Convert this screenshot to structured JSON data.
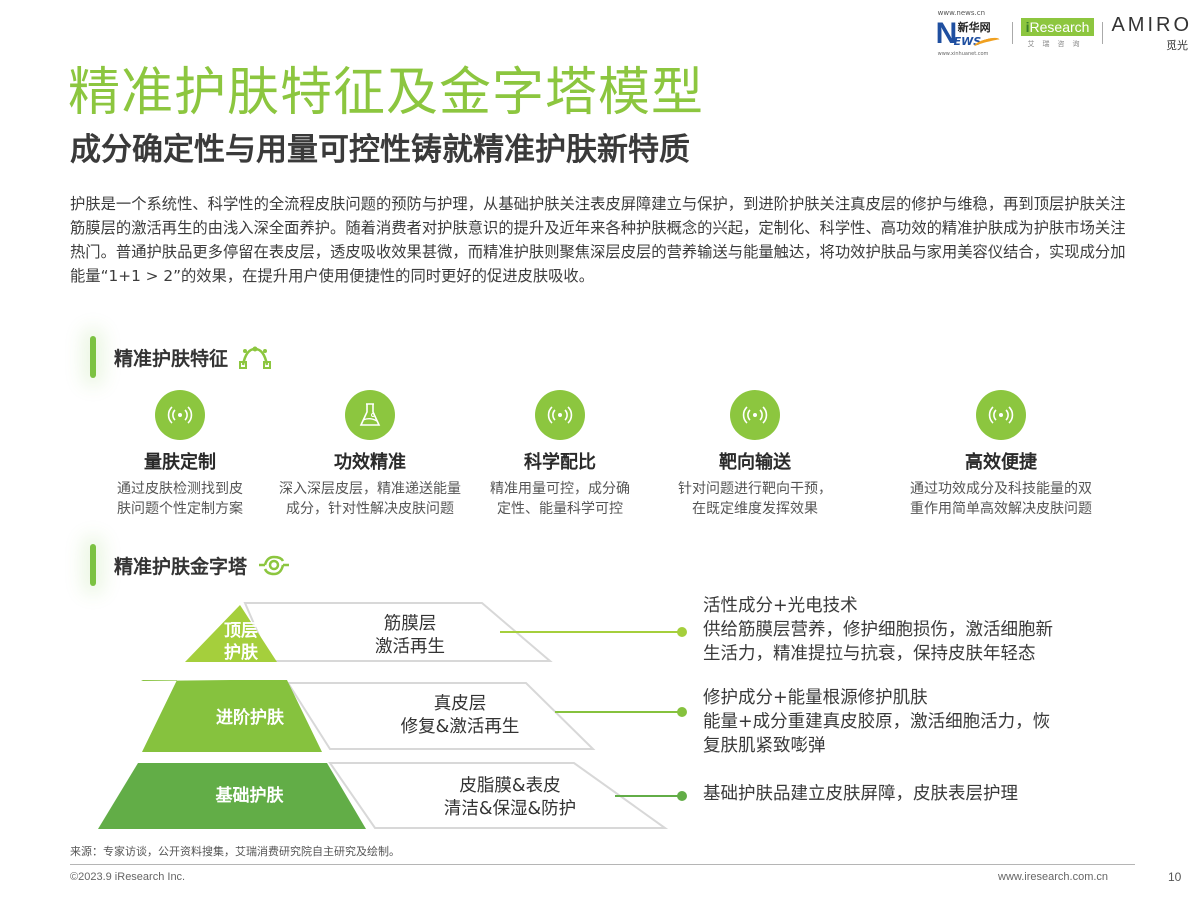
{
  "header": {
    "logos": {
      "news": {
        "top_text": "www.news.cn",
        "brand": "新华网",
        "letters_n": "N",
        "letters_ews": "EWS",
        "bottom_text": "www.xinhuanet.com"
      },
      "iresearch": {
        "i": "i",
        "name": "Research",
        "sub": "艾瑞咨询"
      },
      "amiro": {
        "en": "AMIRO",
        "zh": "觅光"
      }
    },
    "title": "精准护肤特征及金字塔模型",
    "subtitle": "成分确定性与用量可控性铸就精准护肤新特质"
  },
  "intro": "护肤是一个系统性、科学性的全流程皮肤问题的预防与护理，从基础护肤关注表皮屏障建立与保护，到进阶护肤关注真皮层的修护与维稳，再到顶层护肤关注筋膜层的激活再生的由浅入深全面养护。随着消费者对护肤意识的提升及近年来各种护肤概念的兴起，定制化、科学性、高功效的精准护肤成为护肤市场关注热门。普通护肤品更多停留在表皮层，透皮吸收效果甚微，而精准护肤则聚焦深层皮层的营养输送与能量触达，将功效护肤品与家用美容仪结合，实现成分加能量“1+1 > 2”的效果，在提升用户使用便捷性的同时更好的促进皮肤吸收。",
  "section_features": {
    "heading": "精准护肤特征",
    "icon": "bezier-curve-icon",
    "items": [
      {
        "icon": "signal-waves-icon",
        "name": "量肤定制",
        "desc_line1": "通过皮肤检测找到皮",
        "desc_line2": "肤问题个性定制方案"
      },
      {
        "icon": "flask-icon",
        "name": "功效精准",
        "desc_line1": "深入深层皮层，精准递送能量",
        "desc_line2": "成分，针对性解决皮肤问题"
      },
      {
        "icon": "signal-waves-icon",
        "name": "科学配比",
        "desc_line1": "精准用量可控，成分确",
        "desc_line2": "定性、能量科学可控"
      },
      {
        "icon": "signal-waves-icon",
        "name": "靶向输送",
        "desc_line1": "针对问题进行靶向干预，",
        "desc_line2": "在既定维度发挥效果"
      },
      {
        "icon": "signal-waves-icon",
        "name": "高效便捷",
        "desc_line1": "通过功效成分及科技能量的双",
        "desc_line2": "重作用简单高效解决皮肤问题"
      }
    ]
  },
  "section_pyramid": {
    "heading": "精准护肤金字塔",
    "icon": "eye-link-icon",
    "tiers": [
      {
        "label_line1": "顶层",
        "label_line2": "护肤",
        "layer_line1": "筋膜层",
        "layer_line2": "激活再生",
        "color": "#a5cf3c",
        "note_line1": "活性成分+光电技术",
        "note_line2": "供给筋膜层营养，修护细胞损伤，激活细胞新",
        "note_line3": "生活力，精准提拉与抗衰，保持皮肤年轻态"
      },
      {
        "label_line1": "进阶护肤",
        "layer_line1": "真皮层",
        "layer_line2": "修复&激活再生",
        "color": "#86c23e",
        "note_line1": "修护成分+能量根源修护肌肤",
        "note_line2": "能量+成分重建真皮胶原，激活细胞活力，恢",
        "note_line3": "复肤肌紧致嘭弹"
      },
      {
        "label_line1": "基础护肤",
        "layer_line1": "皮脂膜&表皮",
        "layer_line2": "清洁&保湿&防护",
        "color": "#62ad47",
        "note_line1": "基础护肤品建立皮肤屏障，皮肤表层护理"
      }
    ]
  },
  "footer": {
    "source": "来源：专家访谈，公开资料搜集，艾瑞消费研究院自主研究及绘制。",
    "copyright": "©2023.9 iResearch Inc.",
    "url": "www.iresearch.com.cn",
    "page": "10"
  },
  "colors": {
    "accent_green": "#8cc63f",
    "dark_green": "#62ad47",
    "text": "#3a3a3a"
  }
}
